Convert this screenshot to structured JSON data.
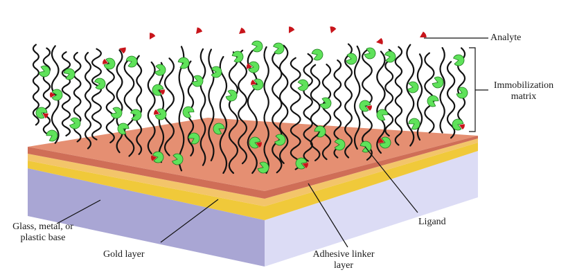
{
  "labels": {
    "analyte": "Analyte",
    "immobilization_line1": "Immobilization",
    "immobilization_line2": "matrix",
    "ligand": "Ligand",
    "base_line1": "Glass, metal, or",
    "base_line2": "plastic base",
    "gold": "Gold layer",
    "adhesive_line1": "Adhesive linker",
    "adhesive_line2": "layer"
  },
  "colors": {
    "background": "#ffffff",
    "chain": "#111111",
    "ligand": "#5fe25a",
    "ligand_stroke": "#1e7a1e",
    "analyte": "#c8151b",
    "surface_top": "#e58f72",
    "surface_front": "#cf6e57",
    "adhesive": "#f3c56a",
    "gold": "#f0c93a",
    "base_front": "#a9a6d4",
    "base_side": "#dcdcf5",
    "leader": "#111111"
  }
}
